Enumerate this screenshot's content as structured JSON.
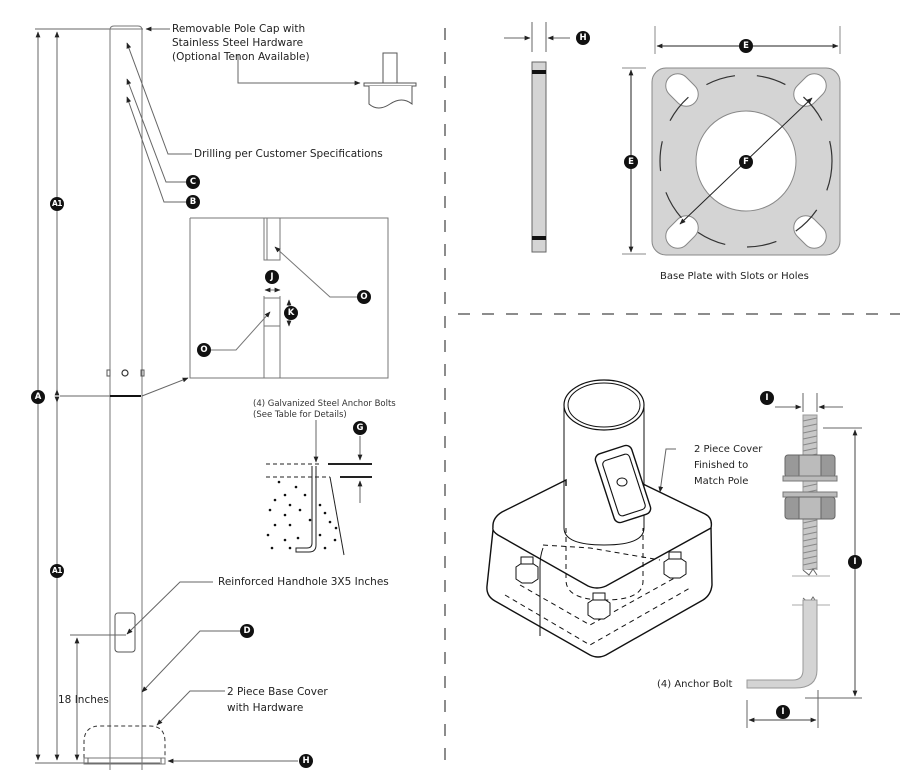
{
  "title": "Light Pole Specification Drawing",
  "callouts": {
    "pole_cap": [
      "Removable Pole Cap with",
      "Stainless Steel Hardware",
      "(Optional Tenon Available)"
    ],
    "drilling": "Drilling per Customer Specifications",
    "handhole": "Reinforced Handhole 3X5 Inches",
    "handhole_height": "18 Inches",
    "base_cover": [
      "2 Piece Base Cover",
      "with Hardware"
    ],
    "anchor_bolts_detail": [
      "(4) Galvanized Steel Anchor Bolts",
      "(See Table for Details)"
    ],
    "base_plate": "Base Plate with Slots or Holes",
    "cover_finish": [
      "2 Piece Cover",
      "Finished to",
      "Match Pole"
    ],
    "anchor_bolt": "(4) Anchor Bolt"
  },
  "dimension_labels": {
    "A": "A",
    "A1_upper": "A1",
    "A1_lower": "A1",
    "B": "B",
    "C": "C",
    "D": "D",
    "E_top": "E",
    "E_side": "E",
    "F": "F",
    "G": "G",
    "H_plate": "H",
    "H_base": "H",
    "I_diameter": "I",
    "I_length": "I",
    "I_hook": "I",
    "J": "J",
    "K": "K",
    "O_upper": "O",
    "O_lower": "O"
  },
  "colors": {
    "line": "#555555",
    "dark_line": "#111111",
    "plate_fill": "#d4d4d4",
    "badge": "#111111",
    "bolt_fill": "#c8c8c8"
  }
}
